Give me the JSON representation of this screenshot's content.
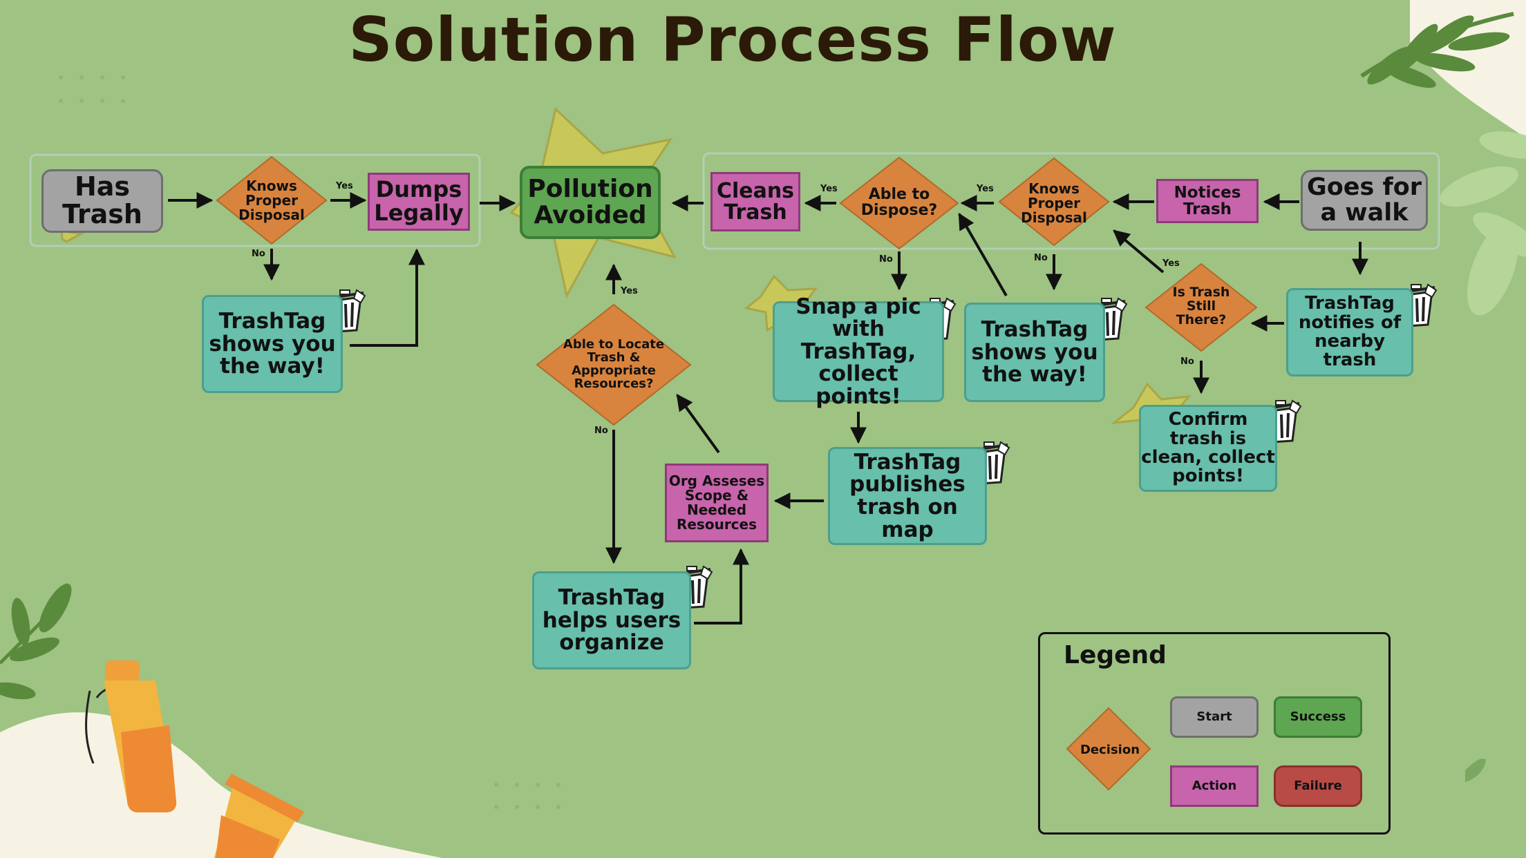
{
  "title": "Solution Process Flow",
  "nodes": {
    "has_trash": "Has Trash",
    "knows_proper_disposal_left": "Knows Proper Disposal",
    "dumps_legally": "Dumps Legally",
    "pollution_avoided": "Pollution Avoided",
    "cleans_trash": "Cleans Trash",
    "able_to_dispose": "Able to Dispose?",
    "knows_proper_disposal_right": "Knows Proper Disposal",
    "notices_trash": "Notices Trash",
    "goes_for_walk": "Goes for a walk",
    "trashtag_shows_way_left": "TrashTag shows you the way!",
    "able_to_locate": "Able to Locate Trash & Appropriate Resources?",
    "snap_pic": "Snap a pic with TrashTag, collect points!",
    "trashtag_shows_way_right": "TrashTag shows you the way!",
    "is_trash_still_there": "Is Trash Still There?",
    "trashtag_notifies": "TrashTag notifies of nearby trash",
    "confirm_clean": "Confirm trash is clean, collect points!",
    "org_assesses": "Org Asseses Scope & Needed Resources",
    "trashtag_publishes": "TrashTag publishes trash on map",
    "trashtag_helps": "TrashTag helps users organize"
  },
  "edge_labels": {
    "yes": "Yes",
    "no": "No"
  },
  "legend": {
    "title": "Legend",
    "decision": "Decision",
    "start": "Start",
    "success": "Success",
    "action": "Action",
    "failure": "Failure"
  },
  "colors": {
    "background": "#9ec383",
    "decision": "#d9843e",
    "start": "#a3a3a3",
    "success": "#5ea651",
    "action": "#c764ab",
    "failure": "#b84b46",
    "app_step": "#68bfab"
  }
}
